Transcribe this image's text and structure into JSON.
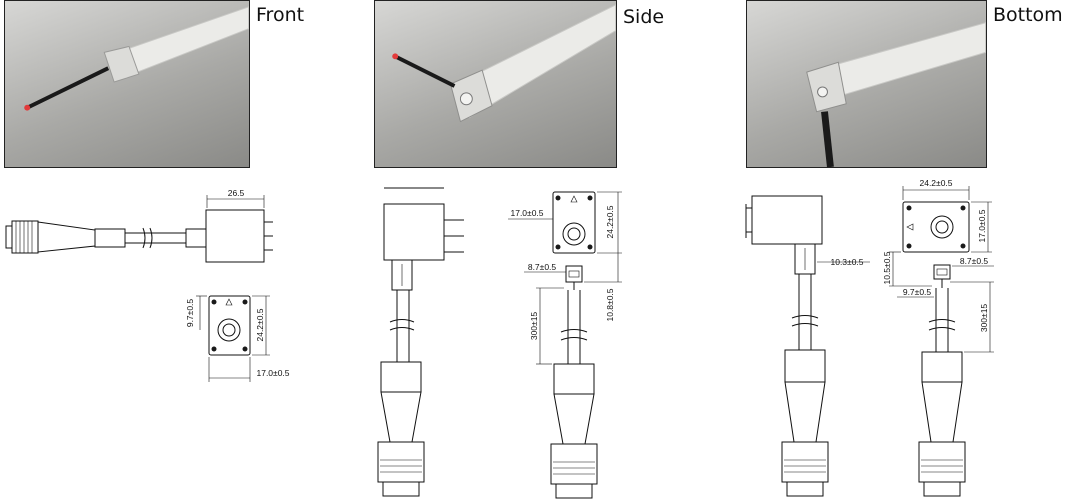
{
  "views": {
    "front": {
      "label": "Front"
    },
    "side": {
      "label": "Side"
    },
    "bottom": {
      "label": "Bottom"
    }
  },
  "dimensions": {
    "front_length": "26.5",
    "front_offset": "9.7±0.5",
    "front_height": "24.2±0.5",
    "front_width": "17.0±0.5",
    "side_width": "17.0±0.5",
    "side_height": "24.2±0.5",
    "side_offset": "8.7±0.5",
    "side_cable_gap": "10.8±0.5",
    "side_cable_length": "300±15",
    "bottom_width": "24.2±0.5",
    "bottom_height": "17.0±0.5",
    "bottom_cable_gap": "10.3±0.5",
    "bottom_side_gap": "10.5±0.5",
    "bottom_offset_a": "8.7±0.5",
    "bottom_offset_b": "9.7±0.5",
    "bottom_cable_length": "300±15"
  },
  "colors": {
    "photo_background": "#a9a9a6",
    "profile": "#e9e9e6",
    "cable": "#1a1a1a",
    "led_tip": "#e23b3b"
  }
}
